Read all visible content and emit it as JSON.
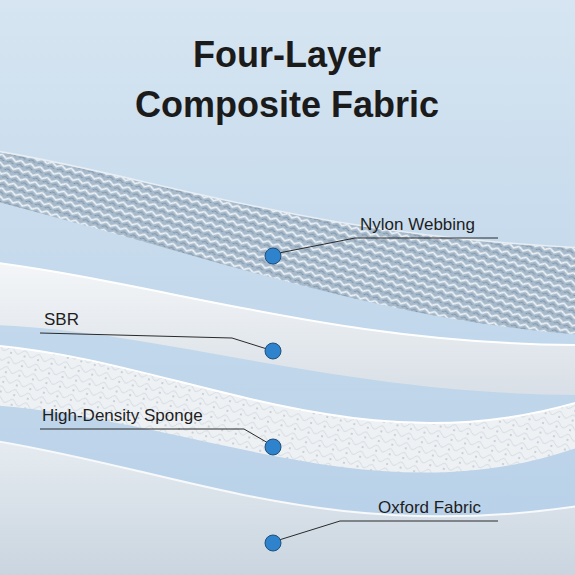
{
  "diagram": {
    "title": "Four-Layer Composite Fabric",
    "labels": [
      "Nylon Webbing",
      "SBR",
      "High-Density Sponge",
      "Oxford Fabric"
    ]
  }
}
